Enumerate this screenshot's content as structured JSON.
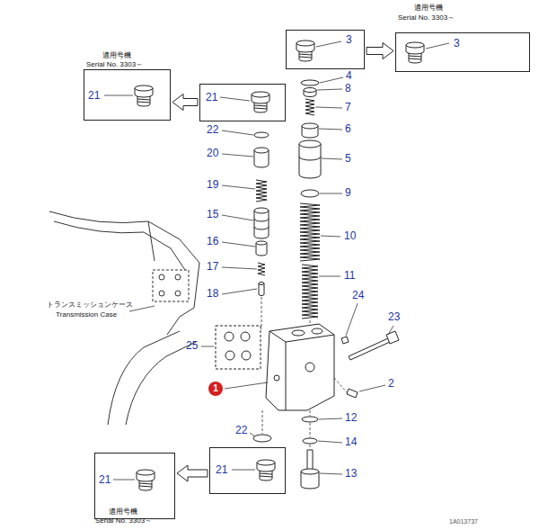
{
  "diagram": {
    "nodes": [
      {
        "text": [
          "3"
        ]
      },
      {
        "text": [
          "適用号機",
          "Serial No. 3303～",
          "3"
        ]
      },
      {
        "text": [
          "適用号機",
          "Serial No. 3303～",
          "21"
        ]
      },
      {
        "text": [
          "21"
        ]
      },
      {
        "text": [
          "21"
        ]
      },
      {
        "text": [
          "21",
          "適用号機",
          "Serial No. 3303～"
        ]
      }
    ],
    "edges": [
      {
        "from": 0,
        "to": 1,
        "arrow": "to"
      },
      {
        "from": 3,
        "to": 2,
        "arrow": "to"
      },
      {
        "from": 4,
        "to": 5,
        "arrow": "to"
      }
    ],
    "labels": [
      "4",
      "8",
      "7",
      "6",
      "5",
      "9",
      "10",
      "11",
      "22",
      "20",
      "19",
      "15",
      "16",
      "17",
      "18",
      "24",
      "23",
      "25",
      "1",
      "2",
      "12",
      "22",
      "14",
      "13",
      "トランスミッションケース",
      "Transmission Case",
      "1A013737"
    ]
  }
}
